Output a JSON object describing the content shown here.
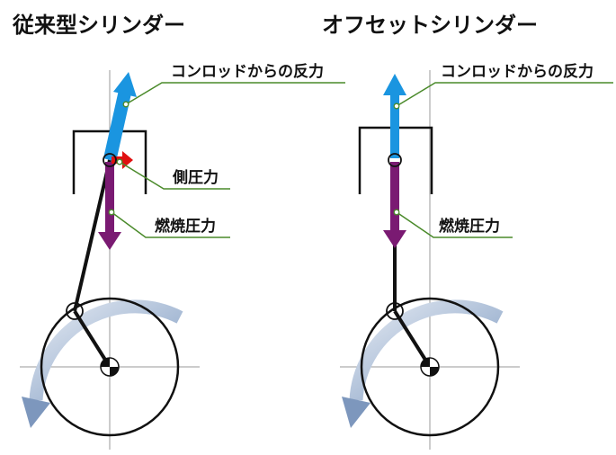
{
  "left": {
    "title": "従来型シリンダー",
    "labels": {
      "conrod_reaction": "コンロッドからの反力",
      "side_pressure": "側圧力",
      "combustion_pressure": "燃焼圧力"
    }
  },
  "right": {
    "title": "オフセットシリンダー",
    "labels": {
      "conrod_reaction": "コンロッドからの反力",
      "combustion_pressure": "燃焼圧力"
    }
  },
  "colors": {
    "conrod_reaction": "#1a95e0",
    "combustion_pressure": "#7a1a72",
    "side_pressure": "#e01010",
    "leader_line": "#4a8a2a",
    "rotation_arrow": "#9ab0cc"
  },
  "icons": {
    "rotation": "curved-rotation-arrow",
    "crank_center": "center-of-mass-marker"
  }
}
